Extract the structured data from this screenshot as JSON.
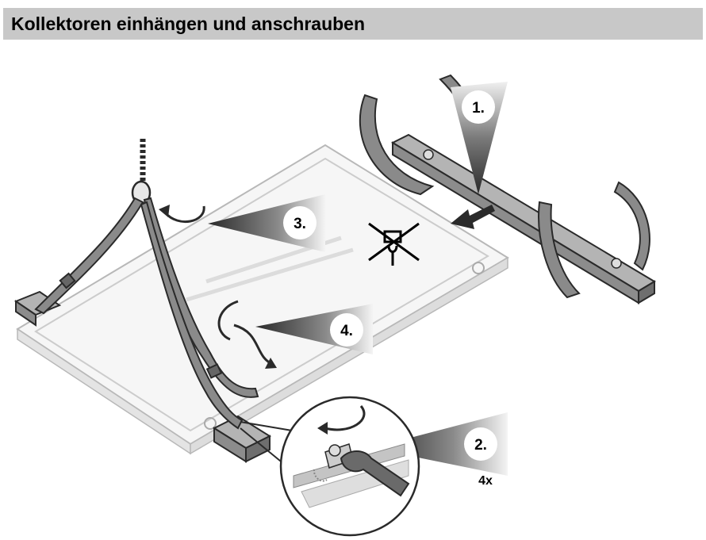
{
  "header": {
    "title": "Kollektoren einhängen und anschrauben"
  },
  "steps": [
    {
      "label": "1."
    },
    {
      "label": "2.",
      "count": "4x"
    },
    {
      "label": "3."
    },
    {
      "label": "4."
    }
  ],
  "icons": [
    "no-suction-lift-icon",
    "rotate-arrow-icon",
    "wrench-icon",
    "push-arrow-icon"
  ],
  "colors": {
    "title_bar": "#c8c8c8",
    "pointer_dark": "#4a4a4a",
    "strap": "#8a8a8a",
    "rail": "#9a9a9a"
  }
}
